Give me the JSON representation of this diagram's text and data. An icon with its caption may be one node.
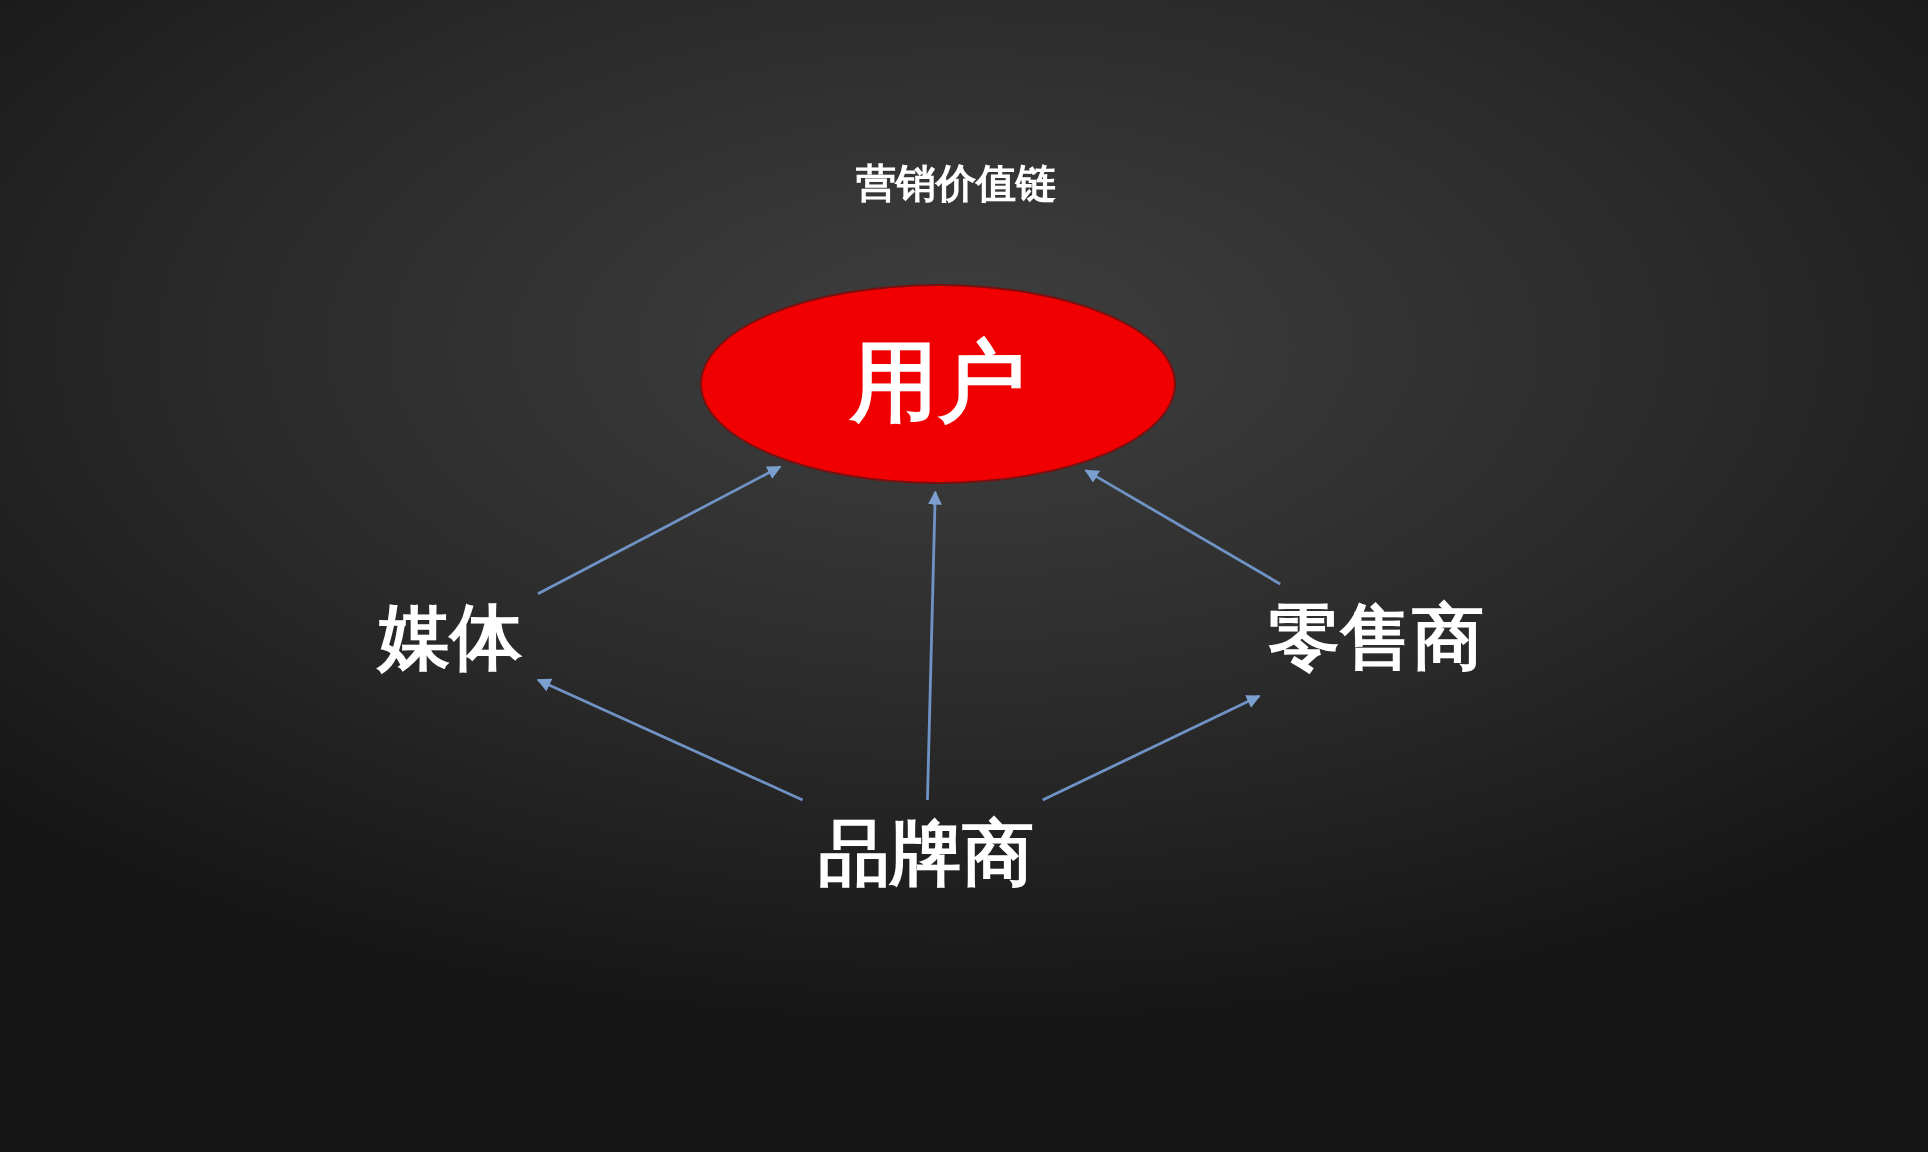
{
  "diagram": {
    "title": "营销价值链",
    "nodes": [
      {
        "text": [
          "用户"
        ]
      },
      {
        "text": [
          "媒体"
        ]
      },
      {
        "text": [
          "零售商"
        ]
      },
      {
        "text": [
          "品牌商"
        ]
      }
    ],
    "edges": [
      {
        "from": 1,
        "to": 0,
        "arrow": "to"
      },
      {
        "from": 3,
        "to": 0,
        "arrow": "to"
      },
      {
        "from": 2,
        "to": 0,
        "arrow": "to"
      },
      {
        "from": 3,
        "to": 1,
        "arrow": "to"
      },
      {
        "from": 3,
        "to": 2,
        "arrow": "to"
      }
    ]
  }
}
